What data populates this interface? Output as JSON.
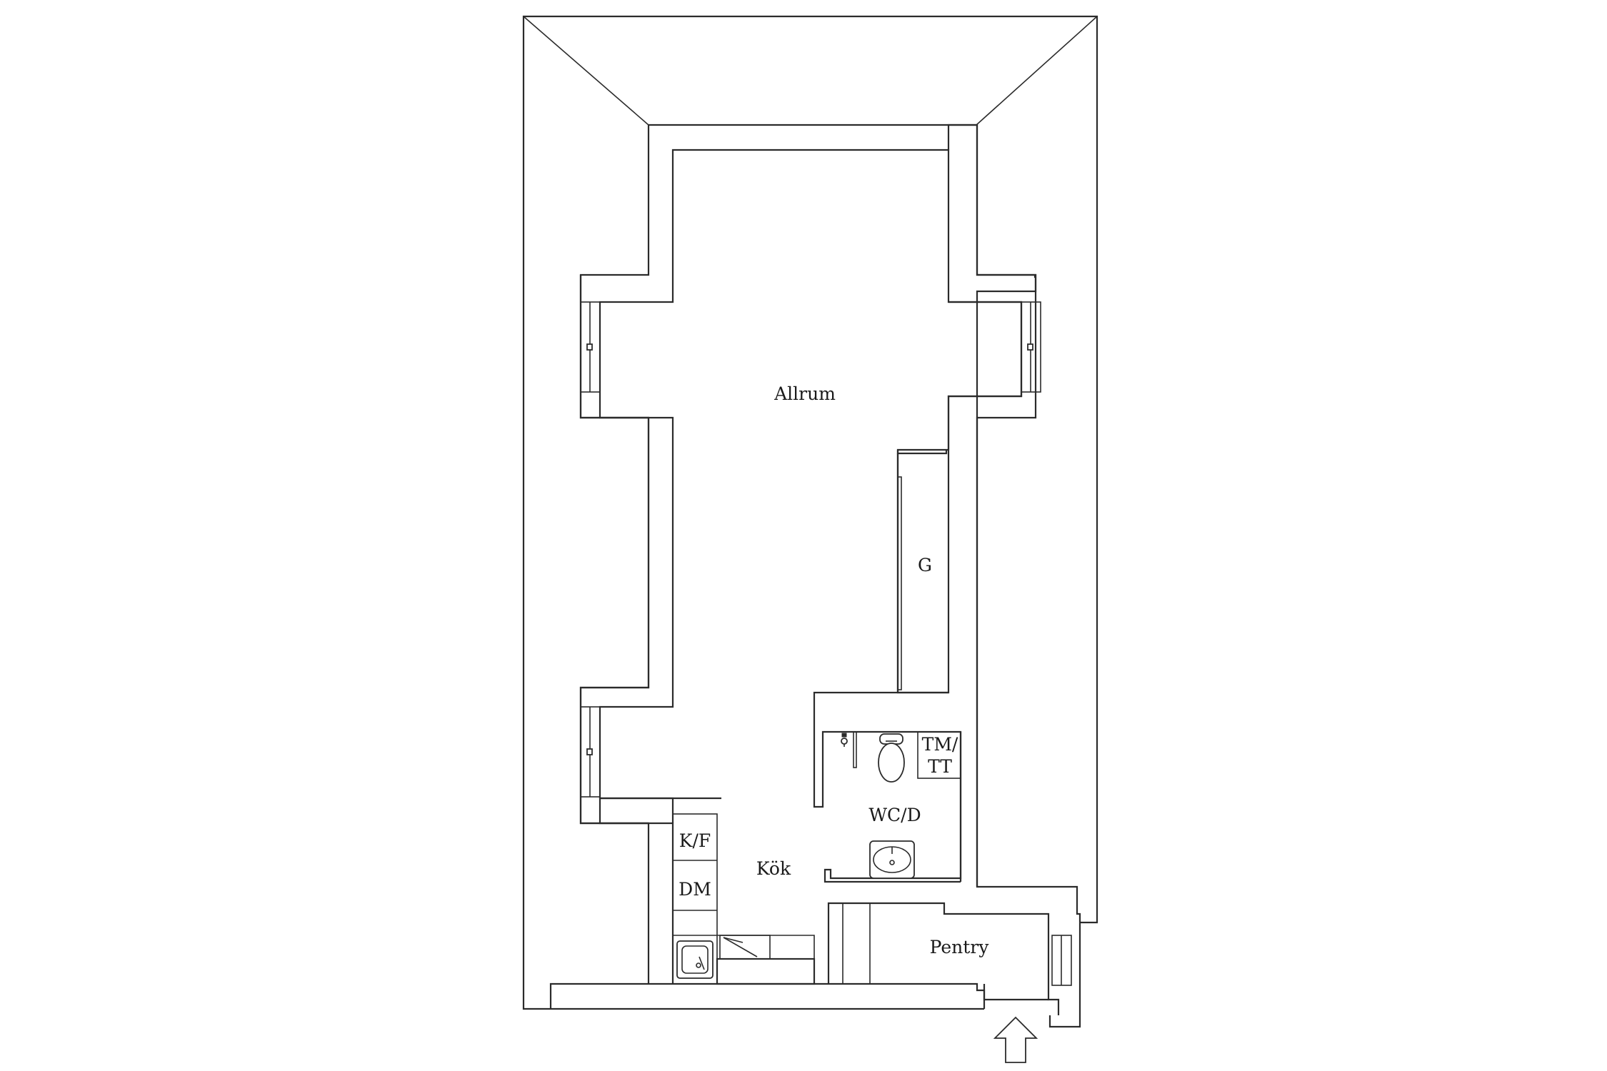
{
  "floorplan": {
    "rooms": {
      "allrum": "Allrum",
      "kok": "Kök",
      "wc": "WC/D",
      "pentry": "Pentry",
      "garderob": "G"
    },
    "appliances": {
      "kyl_frys": "K/F",
      "diskmaskin": "DM",
      "tvattmaskin_line1": "TM/",
      "tvattmaskin_line2": "TT"
    },
    "entrance_arrow": "entrance-arrow-icon",
    "colors": {
      "line": "#2b2b2b",
      "background": "#ffffff"
    }
  }
}
